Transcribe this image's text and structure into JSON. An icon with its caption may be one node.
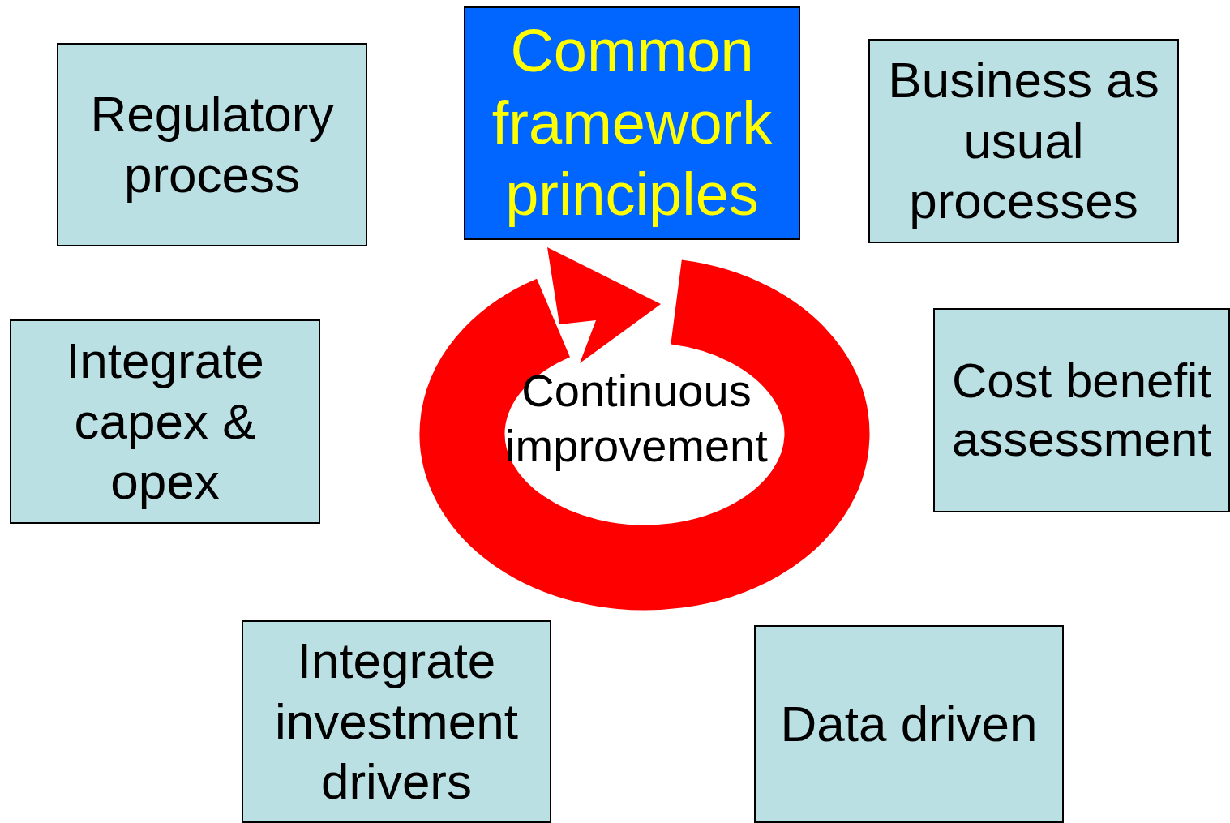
{
  "diagram": {
    "nodes": [
      {
        "text": [
          "Regulatory process"
        ]
      },
      {
        "text": [
          "Common framework principles"
        ]
      },
      {
        "text": [
          "Business as usual processes"
        ]
      },
      {
        "text": [
          "Integrate capex & opex"
        ]
      },
      {
        "text": [
          "Cost benefit assessment"
        ]
      },
      {
        "text": [
          "Integrate investment drivers"
        ]
      },
      {
        "text": [
          "Data driven"
        ]
      }
    ],
    "labels": [
      "Continuous improvement"
    ]
  }
}
